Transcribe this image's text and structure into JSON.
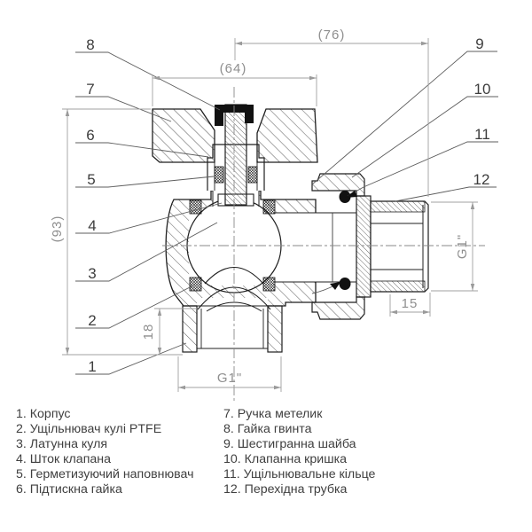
{
  "drawing": {
    "dimensions": {
      "overall_width": "(76)",
      "handle_width": "(64)",
      "overall_height": "(93)",
      "outlet_thread_depth": "18",
      "tail_thread_length": "15",
      "side_thread": "G1\"",
      "bottom_thread": "G1\""
    },
    "callouts": [
      "1",
      "2",
      "3",
      "4",
      "5",
      "6",
      "7",
      "8",
      "9",
      "10",
      "11",
      "12"
    ]
  },
  "legend": {
    "left_items": [
      "1. Корпус",
      "2. Ущільнювач кулі PTFE",
      "3. Латунна куля",
      "4. Шток клапана",
      "5. Герметизуючий наповнювач",
      "6. Підтискна гайка"
    ],
    "right_items": [
      "7. Ручка метелик",
      "8. Гайка гвинта",
      "9. Шестигранна шайба",
      "10. Клапанна кришка",
      "11. Ущільнювальне кільце",
      "12. Перехідна трубка"
    ]
  },
  "colors": {
    "line": "#1f1f1f",
    "dimension_line": "#a0a0a0",
    "dimension_text": "#8f8f8f",
    "callout_text": "#3d3d3d",
    "legend_text": "#3f3f3f",
    "background": "#ffffff"
  }
}
